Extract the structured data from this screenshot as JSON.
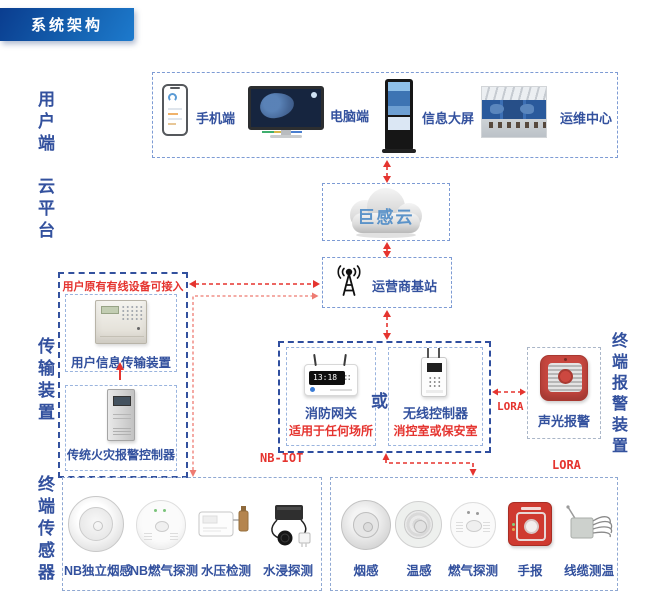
{
  "page": {
    "title": "系统架构"
  },
  "colors": {
    "primary_blue": "#33519e",
    "header_gradient_start": "#0a3d8f",
    "header_gradient_end": "#1d7acd",
    "red_accent": "#e5342f",
    "cloud_text_blue": "#5b93c9",
    "dashed_border_blue": "#7d9bd4"
  },
  "icons": {
    "cloud_icon": "gray-cloud-shape",
    "base_station_icon": "antenna-tower-with-waves",
    "connector_style": "red-dashed-arrows"
  },
  "sections": {
    "user_tier": {
      "label": "用户端",
      "items": [
        {
          "name": "mobile",
          "label": "手机端"
        },
        {
          "name": "pc",
          "label": "电脑端"
        },
        {
          "name": "big_screen",
          "label": "信息大屏"
        },
        {
          "name": "ops_center",
          "label": "运维中心"
        }
      ]
    },
    "cloud_tier": {
      "label": "云平台",
      "cloud_name": "巨感云",
      "base_station_label": "运营商基站"
    },
    "transmission_tier": {
      "label": "传输装置",
      "legacy_box": {
        "title": "用户原有有线设备可接入",
        "transmitter_label": "用户信息传输装置",
        "controller_label": "传统火灾报警控制器"
      },
      "gateway_box": {
        "gateway_label": "消防网关",
        "gateway_note": "适用于任何场所",
        "gateway_screen_time": "13:18",
        "or_label": "或",
        "wireless_label": "无线控制器",
        "wireless_note": "消控室或保安室"
      }
    },
    "alarm_tier": {
      "label": "终端报警装置",
      "device_label": "声光报警",
      "link_label": "LORA"
    },
    "sensor_tier": {
      "label": "终端传感器",
      "nb_link_label": "NB-IOT",
      "lora_link_label": "LORA",
      "nb_sensors": [
        "NB独立烟感",
        "NB燃气探测",
        "水压检测",
        "水浸探测"
      ],
      "lora_sensors": [
        "烟感",
        "温感",
        "燃气探测",
        "手报",
        "线缆测温"
      ]
    }
  }
}
